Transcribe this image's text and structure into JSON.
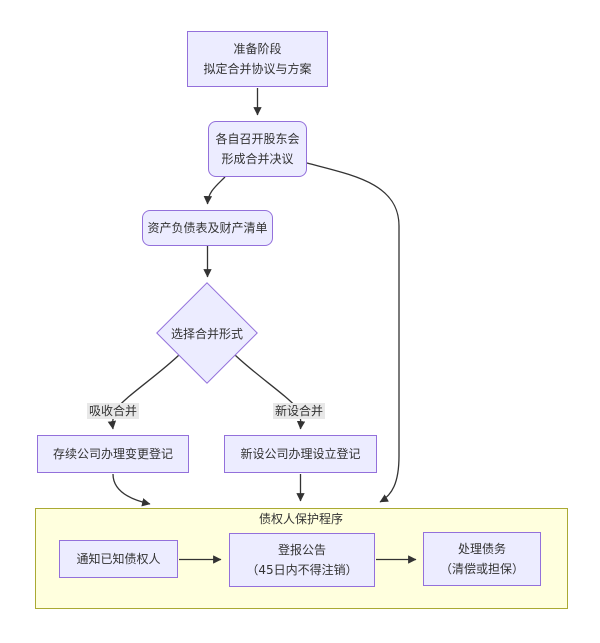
{
  "colors": {
    "canvas_bg": "#ffffff",
    "node_fill": "#ECECFF",
    "node_border": "#9370DB",
    "edge_color": "#333333",
    "edge_label_bg": "#e8e8e8",
    "subgraph_fill": "#FFFFDE",
    "subgraph_border": "#AAAA33",
    "text_color": "#333333"
  },
  "flowchart": {
    "nodes": {
      "prepare": {
        "line1": "准备阶段",
        "line2": "拟定合并协议与方案"
      },
      "shareholder_meeting": {
        "line1": "各自召开股东会",
        "line2": "形成合并决议"
      },
      "balance_sheet": {
        "label": "资产负债表及财产清单"
      },
      "choose_merge_form": {
        "label": "选择合并形式"
      },
      "surviving_registration": {
        "label": "存续公司办理变更登记"
      },
      "new_company_registration": {
        "label": "新设公司办理设立登记"
      },
      "notify_creditors": {
        "label": "通知已知债权人"
      },
      "newspaper_announcement": {
        "line1": "登报公告",
        "line2": "（45日内不得注销）"
      },
      "handle_debts": {
        "line1": "处理债务",
        "line2": "（清偿或担保）"
      }
    },
    "edge_labels": {
      "absorption_merge": "吸收合并",
      "new_establishment_merge": "新设合并"
    },
    "subgraph": {
      "title": "债权人保护程序"
    }
  }
}
